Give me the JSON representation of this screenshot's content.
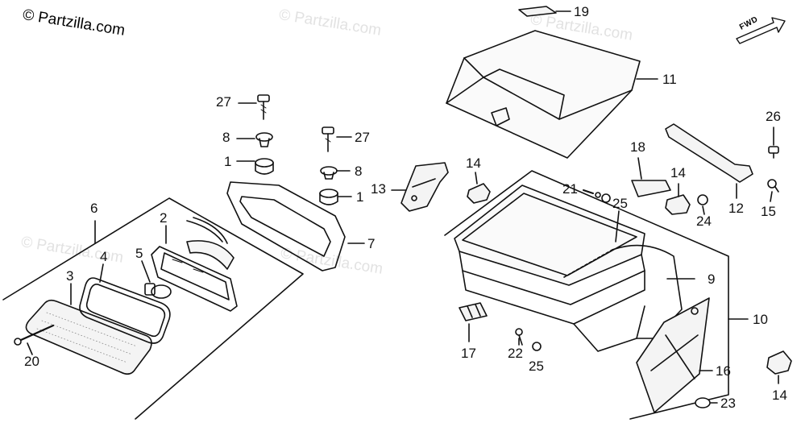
{
  "watermark": {
    "main": "© Partzilla.com",
    "faint": "© Partzilla.com"
  },
  "orientation": {
    "label": "FWD"
  },
  "callouts": [
    {
      "id": "c19",
      "label": "19"
    },
    {
      "id": "c11",
      "label": "11"
    },
    {
      "id": "c27a",
      "label": "27"
    },
    {
      "id": "c8a",
      "label": "8"
    },
    {
      "id": "c1a",
      "label": "1"
    },
    {
      "id": "c27b",
      "label": "27"
    },
    {
      "id": "c8b",
      "label": "8"
    },
    {
      "id": "c1b",
      "label": "1"
    },
    {
      "id": "c13",
      "label": "13"
    },
    {
      "id": "c14a",
      "label": "14"
    },
    {
      "id": "c18",
      "label": "18"
    },
    {
      "id": "c14b",
      "label": "14"
    },
    {
      "id": "c26",
      "label": "26"
    },
    {
      "id": "c21",
      "label": "21"
    },
    {
      "id": "c25a",
      "label": "25"
    },
    {
      "id": "c24",
      "label": "24"
    },
    {
      "id": "c12",
      "label": "12"
    },
    {
      "id": "c15",
      "label": "15"
    },
    {
      "id": "c6",
      "label": "6"
    },
    {
      "id": "c2",
      "label": "2"
    },
    {
      "id": "c4",
      "label": "4"
    },
    {
      "id": "c5",
      "label": "5"
    },
    {
      "id": "c3",
      "label": "3"
    },
    {
      "id": "c7",
      "label": "7"
    },
    {
      "id": "c9",
      "label": "9"
    },
    {
      "id": "c10",
      "label": "10"
    },
    {
      "id": "c20",
      "label": "20"
    },
    {
      "id": "c17",
      "label": "17"
    },
    {
      "id": "c22",
      "label": "22"
    },
    {
      "id": "c25b",
      "label": "25"
    },
    {
      "id": "c16",
      "label": "16"
    },
    {
      "id": "c23",
      "label": "23"
    },
    {
      "id": "c14c",
      "label": "14"
    }
  ]
}
